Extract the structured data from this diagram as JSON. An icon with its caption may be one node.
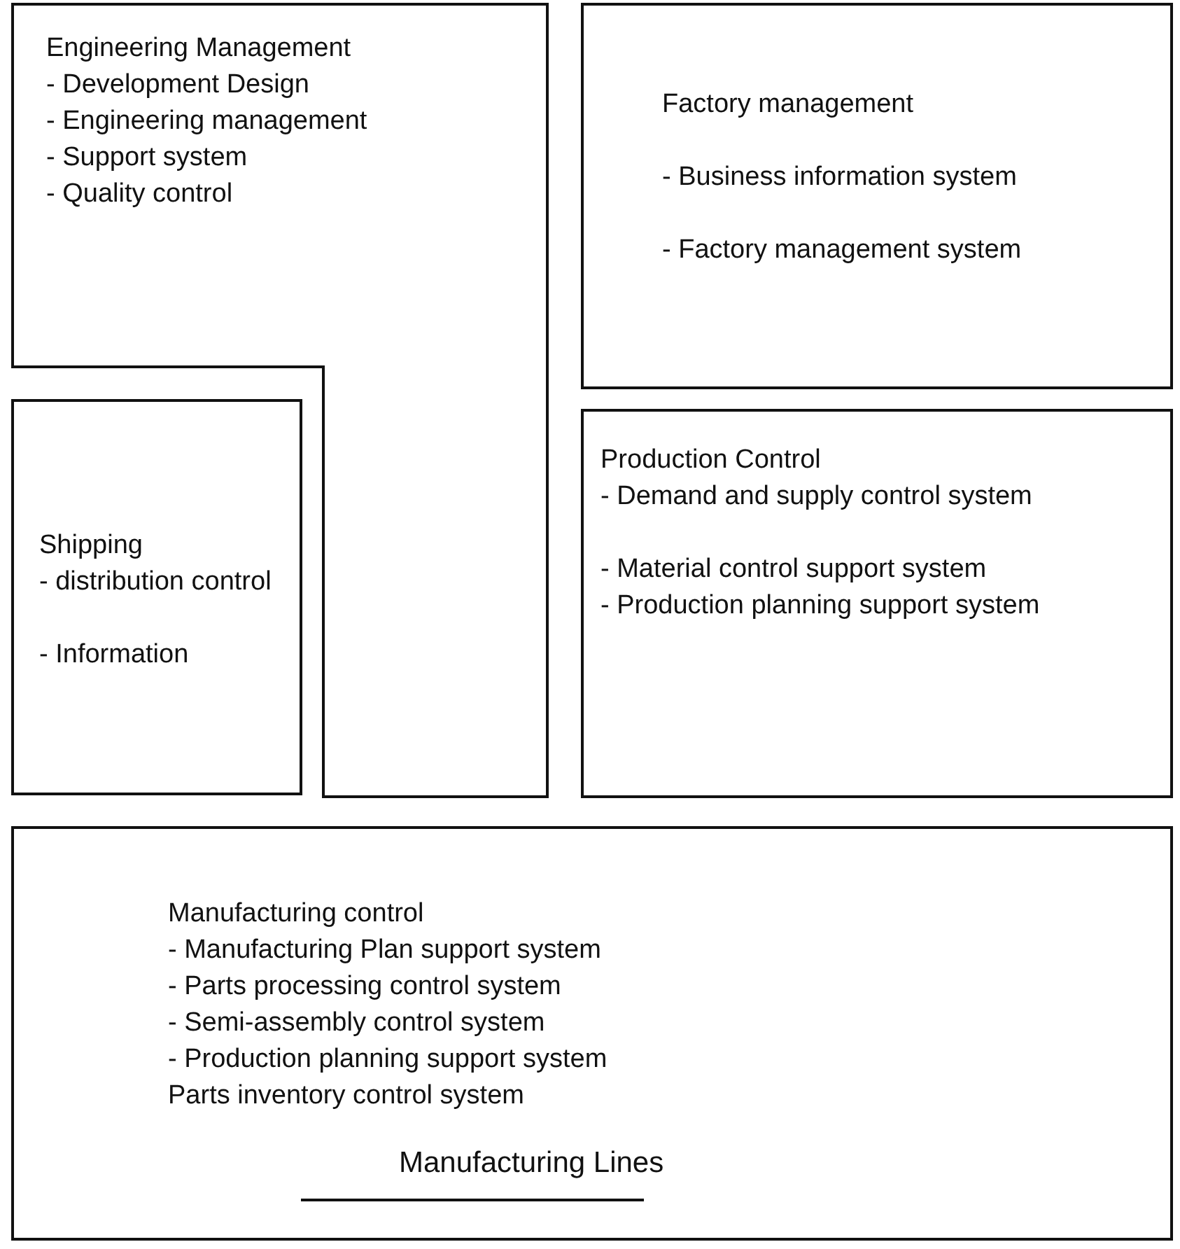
{
  "diagram": {
    "nodes": [
      {
        "text": [
          "Engineering Management",
          "- Development Design",
          "- Engineering management",
          "- Support system",
          "- Quality control"
        ]
      },
      {
        "text": [
          "Shipping",
          "- distribution control",
          "- Information"
        ]
      },
      {
        "text": [
          "Factory management",
          "- Business information system",
          "- Factory management system"
        ]
      },
      {
        "text": [
          "Production Control",
          "- Demand and supply control system",
          "- Material control support system",
          "- Production planning support system"
        ]
      },
      {
        "text": [
          "Manufacturing control",
          "- Manufacturing Plan support system",
          "- Parts processing control system",
          "- Semi-assembly control system",
          "- Production planning support system",
          "Parts inventory control system",
          "Manufacturing Lines"
        ]
      }
    ],
    "edges": []
  }
}
